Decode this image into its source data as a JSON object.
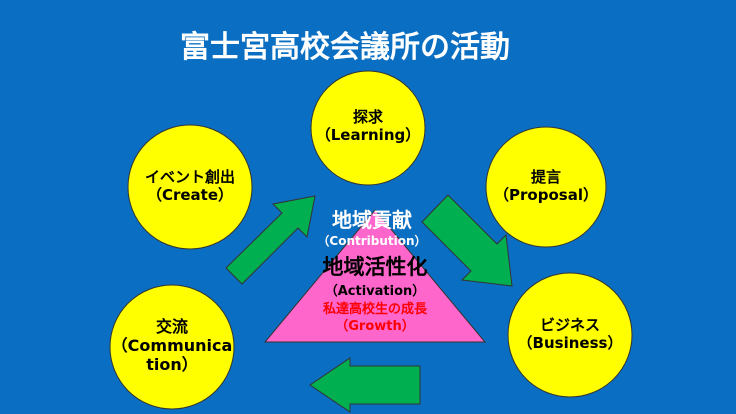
{
  "title": "富士宮高校会議所の活動",
  "circles": {
    "learning": {
      "jp": "探求",
      "en": "（Learning）"
    },
    "create": {
      "jp": "イベント創出",
      "en": "（Create）"
    },
    "proposal": {
      "jp": "提言",
      "en": "（Proposal）"
    },
    "communication": {
      "jp": "交流",
      "en": "（Communica",
      "en2": "tion）"
    },
    "business": {
      "jp": "ビジネス",
      "en": "（Business）"
    }
  },
  "pyramid": {
    "contribution_jp": "地域貢献",
    "contribution_en": "（Contribution）",
    "activation_jp": "地域活性化",
    "activation_en": "（Activation）",
    "growth_jp": "私達高校生の成長",
    "growth_en": "（Growth）"
  },
  "colors": {
    "background": "#0a6fc2",
    "circle": "#ffff00",
    "arrow": "#00b050",
    "pyramid": "#ff66cc",
    "growth": "#ff0000"
  }
}
